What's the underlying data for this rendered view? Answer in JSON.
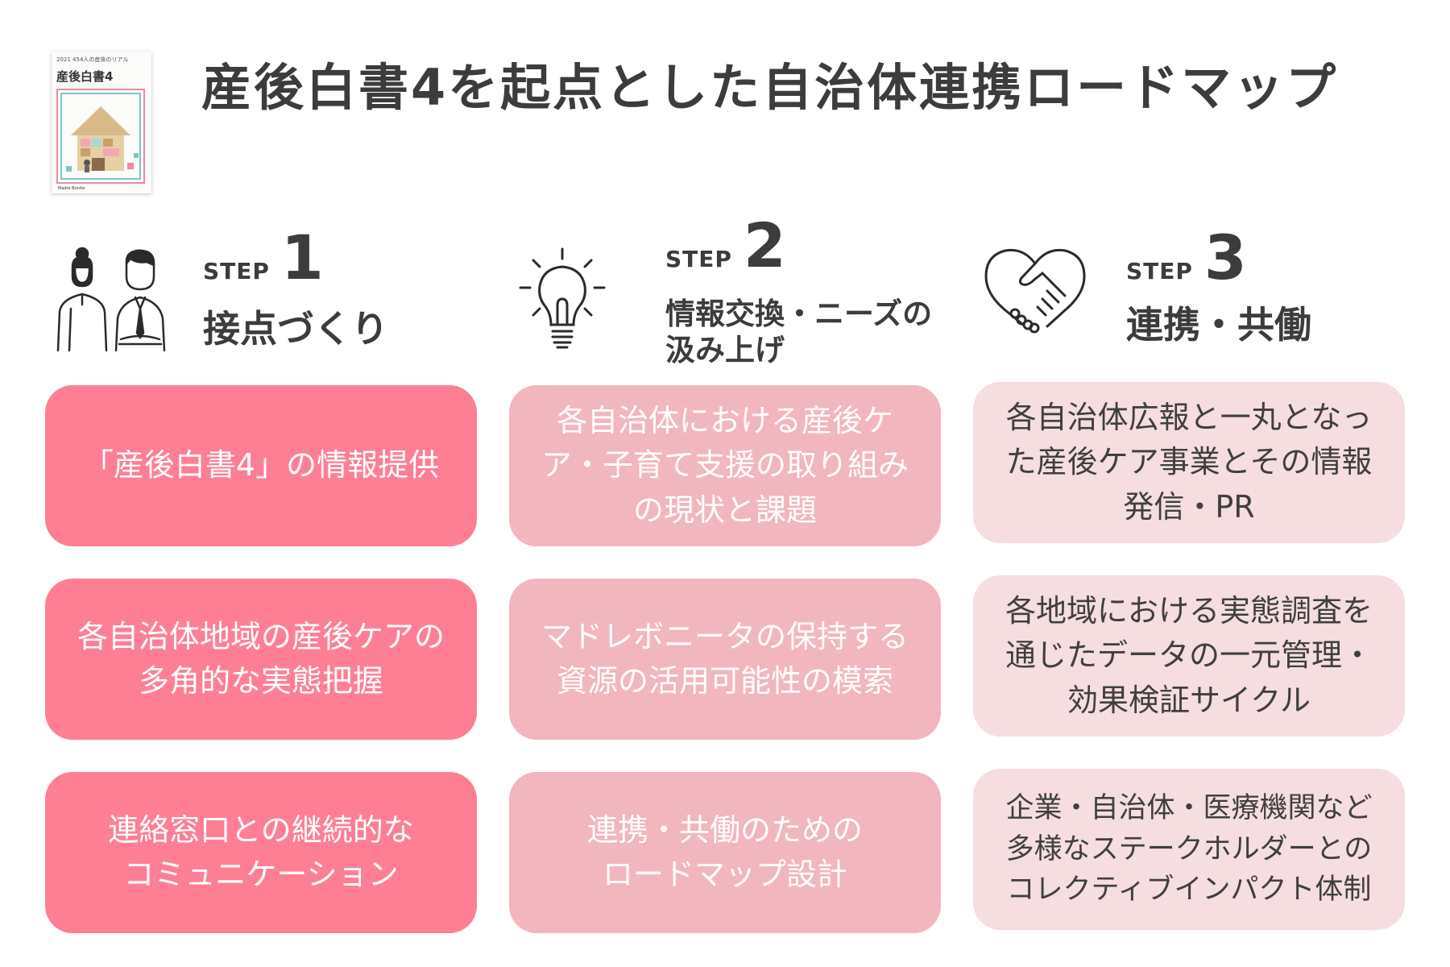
{
  "header": {
    "title": "産後白書4を起点とした自治体連携ロードマップ"
  },
  "book": {
    "top_text": "2021 454人の産後のリアル",
    "title": "産後白書4",
    "footer": "Madre Bonita"
  },
  "steps": [
    {
      "step_word": "STEP",
      "number": "1",
      "title_lines": [
        "接点づくり"
      ],
      "icon": "two-people-icon",
      "cards": [
        {
          "lines": [
            "「産後白書4」の情報提供"
          ]
        },
        {
          "lines": [
            "各自治体地域の産後ケアの",
            "多角的な実態把握"
          ]
        },
        {
          "lines": [
            "連絡窓口との継続的な",
            "コミュニケーション"
          ]
        }
      ]
    },
    {
      "step_word": "STEP",
      "number": "2",
      "title_lines": [
        "情報交換・ニーズの",
        "汲み上げ"
      ],
      "icon": "lightbulb-icon",
      "cards": [
        {
          "lines": [
            "各自治体における産後ケ",
            "ア・子育て支援の取り組み",
            "の現状と課題"
          ]
        },
        {
          "lines": [
            "マドレボニータの保持する",
            "資源の活用可能性の模索"
          ]
        },
        {
          "lines": [
            "連携・共働のための",
            "ロードマップ設計"
          ]
        }
      ]
    },
    {
      "step_word": "STEP",
      "number": "3",
      "title_lines": [
        "連携・共働"
      ],
      "icon": "handshake-heart-icon",
      "cards": [
        {
          "lines": [
            "各自治体広報と一丸となっ",
            "た産後ケア事業とその情報",
            "発信・PR"
          ]
        },
        {
          "lines": [
            "各地域における実態調査を",
            "通じたデータの一元管理・",
            "効果検証サイクル"
          ]
        },
        {
          "lines": [
            "企業・自治体・医療機関など",
            "多様なステークホルダーとの",
            "コレクティブインパクト体制"
          ]
        }
      ]
    }
  ],
  "colors": {
    "step1": "#fe7f94",
    "step2": "#f2b6bf",
    "step3": "#f5dde0",
    "text_dark": "#3c3c3c"
  }
}
